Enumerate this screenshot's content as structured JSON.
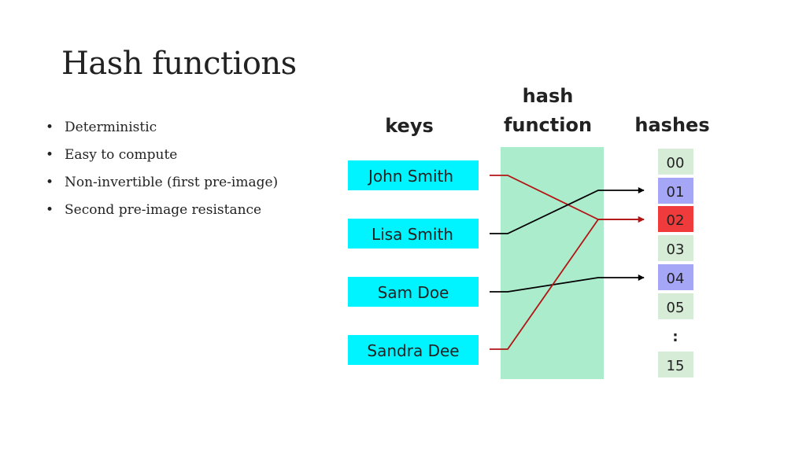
{
  "title": "Hash functions",
  "bullets": [
    "Deterministic",
    "Easy to compute",
    "Non-invertible (first pre-image)",
    "Second pre-image resistance"
  ],
  "diagram": {
    "headers": {
      "keys": "keys",
      "function_line1": "hash",
      "function_line2": "function",
      "hashes": "hashes"
    },
    "keys": [
      "John Smith",
      "Lisa Smith",
      "Sam Doe",
      "Sandra Dee"
    ],
    "hashes": [
      "00",
      "01",
      "02",
      "03",
      "04",
      "05",
      ":",
      "15"
    ],
    "mappings": [
      {
        "key": 0,
        "hash": 2,
        "color": "red"
      },
      {
        "key": 1,
        "hash": 1,
        "color": "black"
      },
      {
        "key": 2,
        "hash": 4,
        "color": "black"
      },
      {
        "key": 3,
        "hash": 2,
        "color": "red"
      }
    ],
    "colors": {
      "key_box": "#00f4ff",
      "function_band": "#aaeccc",
      "hash_default": "#d6ecd6",
      "hash_selected": "#a6a6f6",
      "hash_collision": "#ef3b3b",
      "arrow_red": "#b31414",
      "arrow_black": "#000000"
    }
  }
}
